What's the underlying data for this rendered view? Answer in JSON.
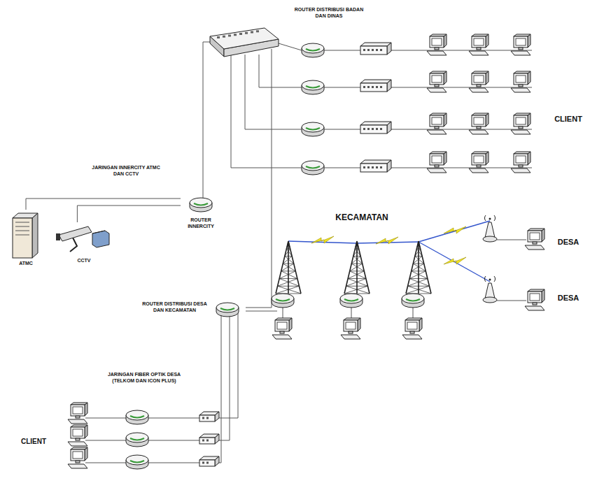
{
  "diagram": {
    "nodes": [
      {
        "text": [
          "ATMC"
        ]
      },
      {
        "text": [
          "CCTV"
        ]
      },
      {
        "text": [
          "ROUTER INNERCITY"
        ]
      },
      {
        "text": [
          "ROUTER DISTRIBUSI DESA DAN KECAMATAN"
        ]
      }
    ],
    "edges": [
      {
        "from": 0,
        "to": 2,
        "arrow": "none"
      },
      {
        "from": 1,
        "to": 2,
        "arrow": "none"
      }
    ],
    "labels": [
      "ROUTER DISTRIBUSI BADAN DAN DINAS",
      "CLIENT",
      "JARINGAN INNERCITY ATMC DAN CCTV",
      "KECAMATAN",
      "DESA",
      "DESA",
      "JARINGAN FIBER OPTIK DESA (TELKOM DAN ICON PLUS)",
      "CLIENT"
    ]
  }
}
